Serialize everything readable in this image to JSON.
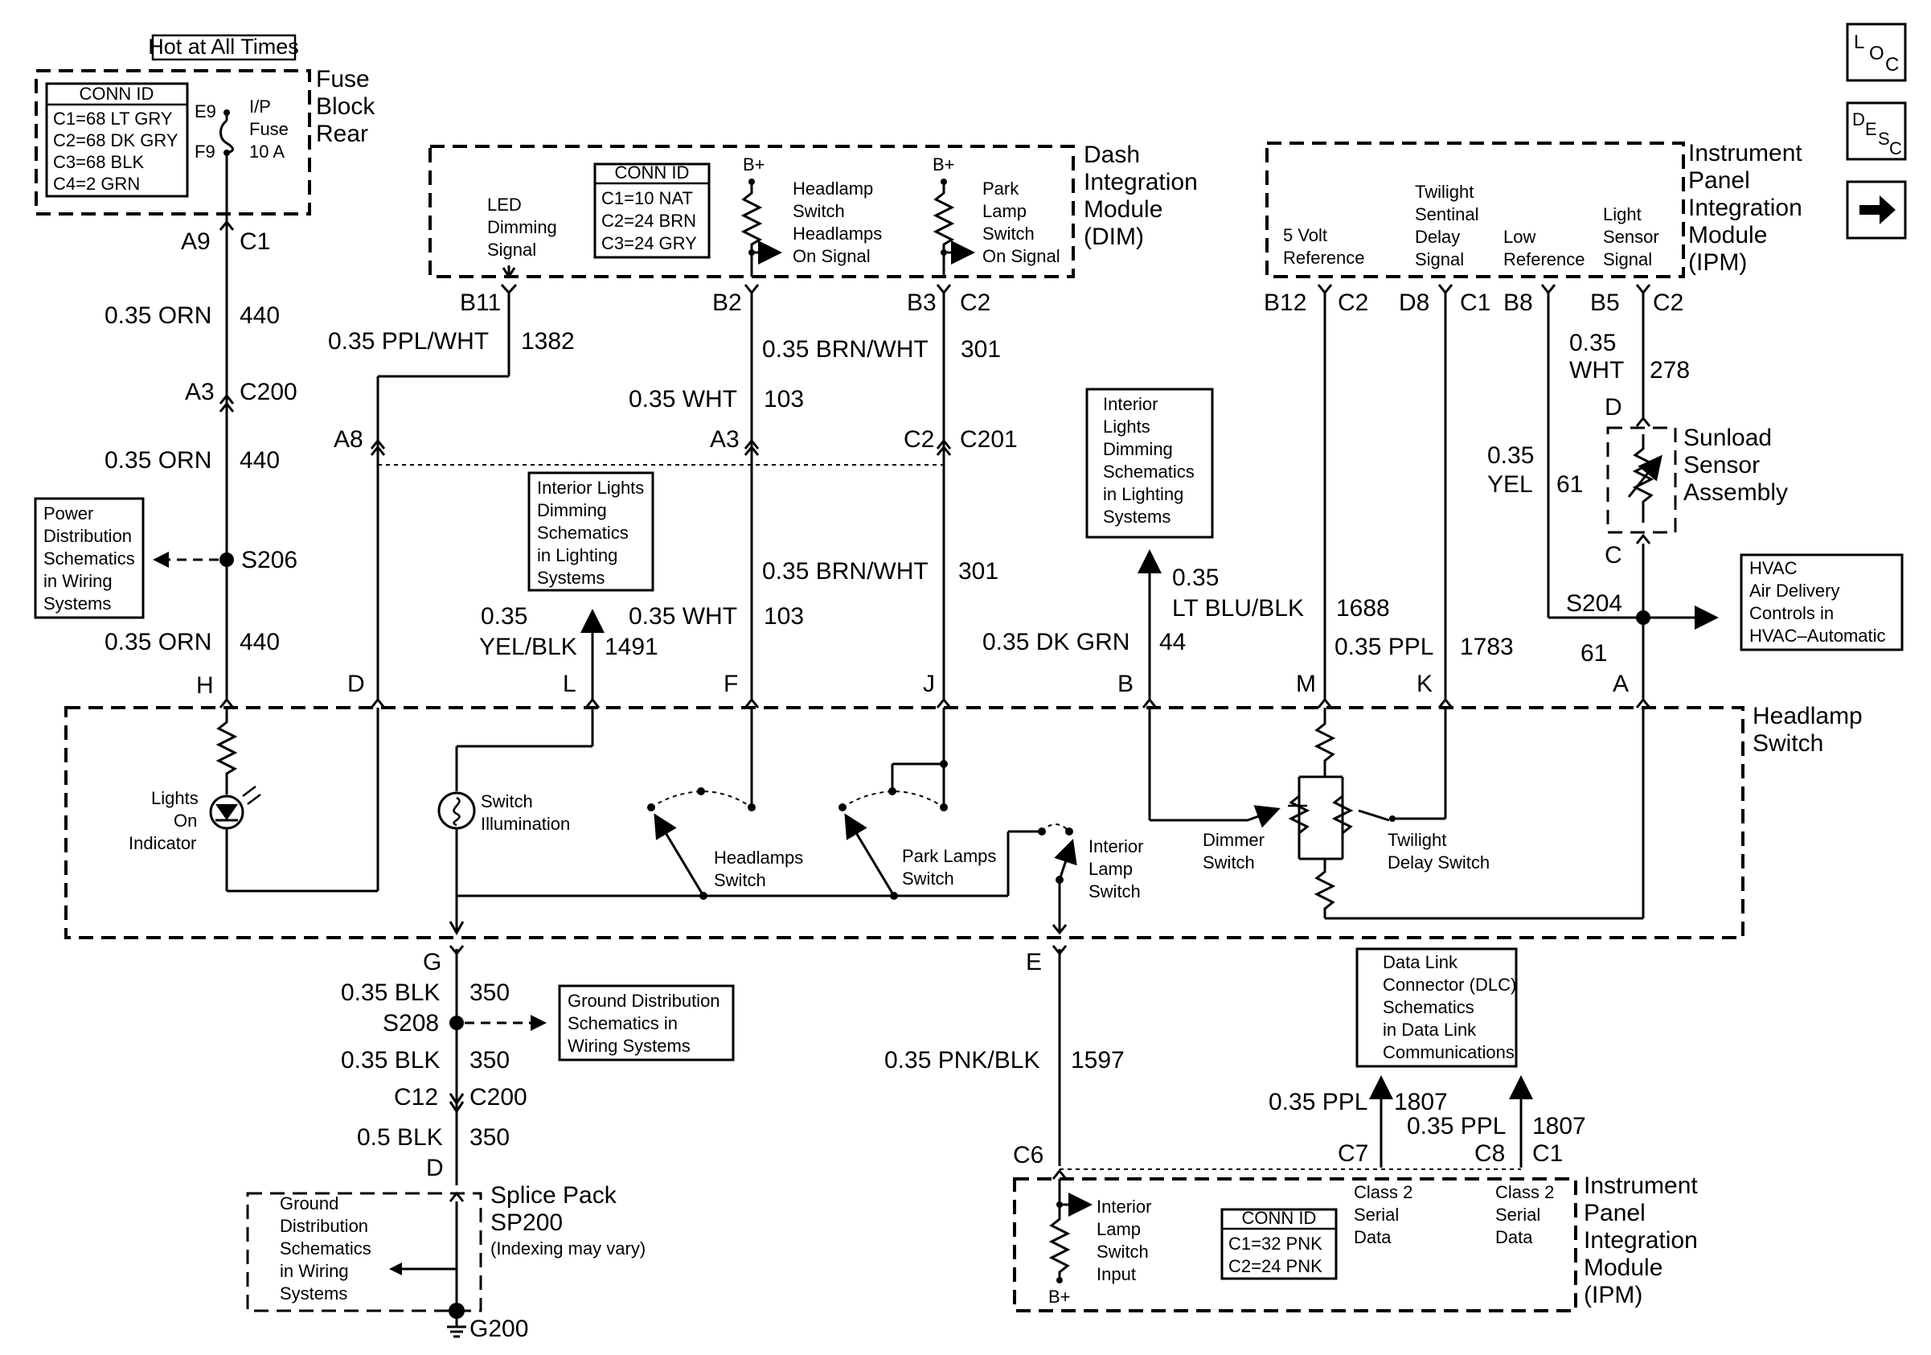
{
  "nav": {
    "loc_label": "LOC",
    "desc_label": "DESC",
    "next_icon": "arrow-right-icon"
  },
  "fuse_block": {
    "hot_label": "Hot at All Times",
    "title_l1": "Fuse",
    "title_l2": "Block",
    "title_l3": "Rear",
    "conn_title": "CONN ID",
    "conn": [
      "C1=68 LT GRY",
      "C2=68 DK GRY",
      "C3=68 BLK",
      "C4=2 GRN"
    ],
    "pin_e9": "E9",
    "pin_f9": "F9",
    "fuse_l1": "I/P",
    "fuse_l2": "Fuse",
    "fuse_l3": "10 A"
  },
  "dim": {
    "title_l1": "Dash",
    "title_l2": "Integration",
    "title_l3": "Module",
    "title_l4": "(DIM)",
    "conn_title": "CONN ID",
    "conn": [
      "C1=10 NAT",
      "C2=24 BRN",
      "C3=24 GRY"
    ],
    "led_l1": "LED",
    "led_l2": "Dimming",
    "led_l3": "Signal",
    "bplus": "B+",
    "hl_l1": "Headlamp",
    "hl_l2": "Switch",
    "hl_l3": "Headlamps",
    "hl_l4": "On Signal",
    "pk_l1": "Park",
    "pk_l2": "Lamp",
    "pk_l3": "Switch",
    "pk_l4": "On Signal"
  },
  "ipm_top": {
    "title_l1": "Instrument",
    "title_l2": "Panel",
    "title_l3": "Integration",
    "title_l4": "Module",
    "title_l5": "(IPM)",
    "v5_l1": "5 Volt",
    "v5_l2": "Reference",
    "tw_l1": "Twilight",
    "tw_l2": "Sentinal",
    "tw_l3": "Delay",
    "tw_l4": "Signal",
    "lr_l1": "Low",
    "lr_l2": "Reference",
    "ls_l1": "Light",
    "ls_l2": "Sensor",
    "ls_l3": "Signal"
  },
  "ipm_bottom": {
    "title_l1": "Instrument",
    "title_l2": "Panel",
    "title_l3": "Integration",
    "title_l4": "Module",
    "title_l5": "(IPM)",
    "conn_title": "CONN ID",
    "conn": [
      "C1=32 PNK",
      "C2=24 PNK"
    ],
    "il_l1": "Interior",
    "il_l2": "Lamp",
    "il_l3": "Switch",
    "il_l4": "Input",
    "bplus": "B+",
    "c2s_l1": "Class 2",
    "c2s_l2": "Serial",
    "c2s_l3": "Data"
  },
  "headlamp_switch": {
    "title_l1": "Headlamp",
    "title_l2": "Switch",
    "lights_l1": "Lights",
    "lights_l2": "On",
    "lights_l3": "Indicator",
    "illum_l1": "Switch",
    "illum_l2": "Illumination",
    "hls_l1": "Headlamps",
    "hls_l2": "Switch",
    "pls_l1": "Park Lamps",
    "pls_l2": "Switch",
    "ils_l1": "Interior",
    "ils_l2": "Lamp",
    "ils_l3": "Switch",
    "dim_l1": "Dimmer",
    "dim_l2": "Switch",
    "tds_l1": "Twilight",
    "tds_l2": "Delay Switch"
  },
  "sunload": {
    "title_l1": "Sunload",
    "title_l2": "Sensor",
    "title_l3": "Assembly"
  },
  "splice_pack": {
    "title_l1": "Splice Pack",
    "title_l2": "SP200",
    "note": "(Indexing may vary)"
  },
  "refs": {
    "power_dist": [
      "Power",
      "Distribution",
      "Schematics",
      "in Wiring",
      "Systems"
    ],
    "ild_left": [
      "Interior Lights",
      "Dimming",
      "Schematics",
      "in Lighting",
      "Systems"
    ],
    "ild_right": [
      "Interior",
      "Lights",
      "Dimming",
      "Schematics",
      "in Lighting",
      "Systems"
    ],
    "hvac": [
      "HVAC",
      "Air Delivery",
      "Controls in",
      "HVAC–Automatic"
    ],
    "ground_dist": [
      "Ground Distribution",
      "Schematics in",
      "Wiring Systems"
    ],
    "dlc": [
      "Data Link",
      "Connector (DLC)",
      "Schematics",
      "in Data Link",
      "Communications"
    ],
    "ground_dist2": [
      "Ground",
      "Distribution",
      "Schematics",
      "in Wiring",
      "Systems"
    ]
  },
  "labels": {
    "a9": "A9",
    "c1a": "C1",
    "w440a": "0.35 ORN",
    "c440a": "440",
    "a3": "A3",
    "c200": "C200",
    "w440b": "0.35 ORN",
    "c440b": "440",
    "s206": "S206",
    "w440c": "0.35 ORN",
    "c440c": "440",
    "h": "H",
    "b11": "B11",
    "w1382": "0.35 PPL/WHT",
    "c1382": "1382",
    "a8": "A8",
    "d": "D",
    "b2": "B2",
    "w301a": "0.35 BRN/WHT",
    "c301a": "301",
    "b3": "B3",
    "c2a": "C2",
    "w103a": "0.35 WHT",
    "c103a": "103",
    "a3b": "A3",
    "c2b": "C2",
    "c201": "C201",
    "w301b": "0.35 BRN/WHT",
    "c301b": "301",
    "w103b": "0.35 WHT",
    "c103b": "103",
    "w1491a": "0.35",
    "w1491b": "YEL/BLK",
    "c1491": "1491",
    "l": "L",
    "f": "F",
    "j": "J",
    "b12": "B12",
    "c2c": "C2",
    "d8": "D8",
    "c1b": "C1",
    "b8": "B8",
    "b5": "B5",
    "c2d": "C2",
    "w278a": "0.35",
    "w278b": "WHT",
    "c278": "278",
    "dpin": "D",
    "w61a": "0.35",
    "w61b": "YEL",
    "c61a": "61",
    "cpin": "C",
    "s204": "S204",
    "c61b": "61",
    "w1688a": "0.35",
    "w1688b": "LT BLU/BLK",
    "c1688": "1688",
    "w44": "0.35 DK GRN",
    "c44": "44",
    "w1783": "0.35 PPL",
    "c1783": "1783",
    "b": "B",
    "m": "M",
    "k": "K",
    "a": "A",
    "g": "G",
    "w350a": "0.35 BLK",
    "c350a": "350",
    "s208": "S208",
    "w350b": "0.35 BLK",
    "c350b": "350",
    "c12": "C12",
    "c200b": "C200",
    "w350c": "0.5 BLK",
    "c350c": "350",
    "dpin2": "D",
    "g200": "G200",
    "e": "E",
    "w1597": "0.35 PNK/BLK",
    "c1597": "1597",
    "c6": "C6",
    "w1807a": "0.35 PPL",
    "c1807a": "1807",
    "w1807b": "0.35 PPL",
    "c1807b": "1807",
    "c7": "C7",
    "c8": "C8",
    "c1c": "C1"
  }
}
